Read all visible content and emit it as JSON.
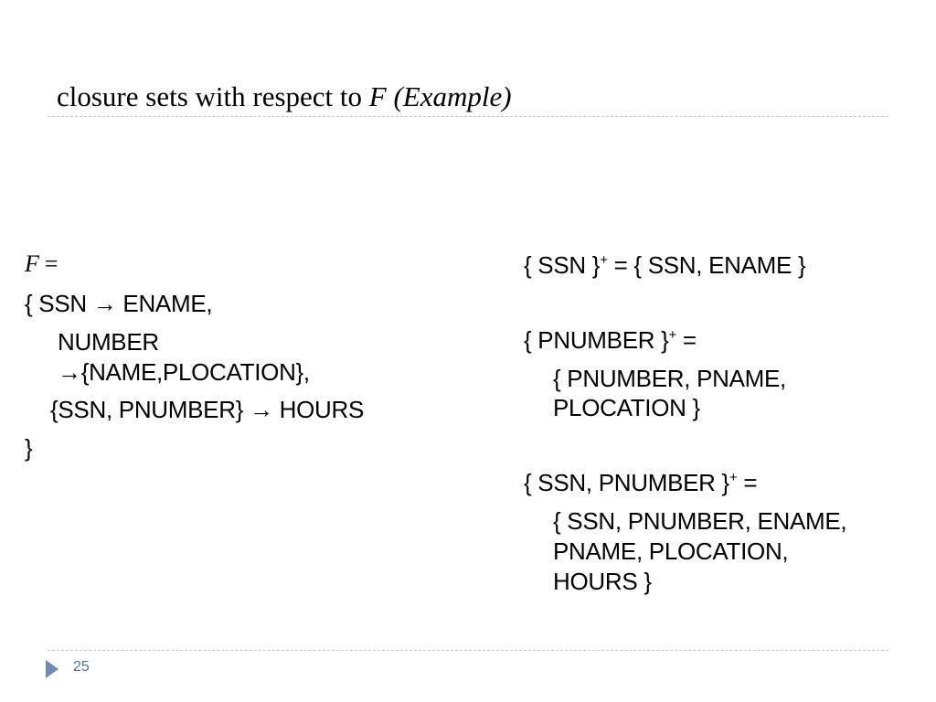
{
  "slide": {
    "title_main": "closure sets with respect to ",
    "title_italic": "F (Example)",
    "page_number": "25"
  },
  "left": {
    "f_var": "F",
    "f_eq": " =",
    "lines": [
      "{   SSN → ENAME,",
      "NUMBER",
      "→{NAME,PLOCATION},",
      "{SSN, PNUMBER} → HOURS",
      "}"
    ]
  },
  "right": {
    "c1_lhs": "{ SSN }",
    "c1_plus": "+",
    "c1_rhs": " = { SSN, ENAME }",
    "c2_lhs": "{ PNUMBER }",
    "c2_plus": "+",
    "c2_rhs": " =",
    "c2_res1": " { PNUMBER, PNAME,",
    "c2_res2": "PLOCATION }",
    "c3_lhs": "{ SSN, PNUMBER }",
    "c3_plus": "+",
    "c3_rhs": " =",
    "c3_res1": " { SSN, PNUMBER, ENAME,",
    "c3_res2": "PNAME, PLOCATION,",
    "c3_res3": "HOURS }"
  }
}
